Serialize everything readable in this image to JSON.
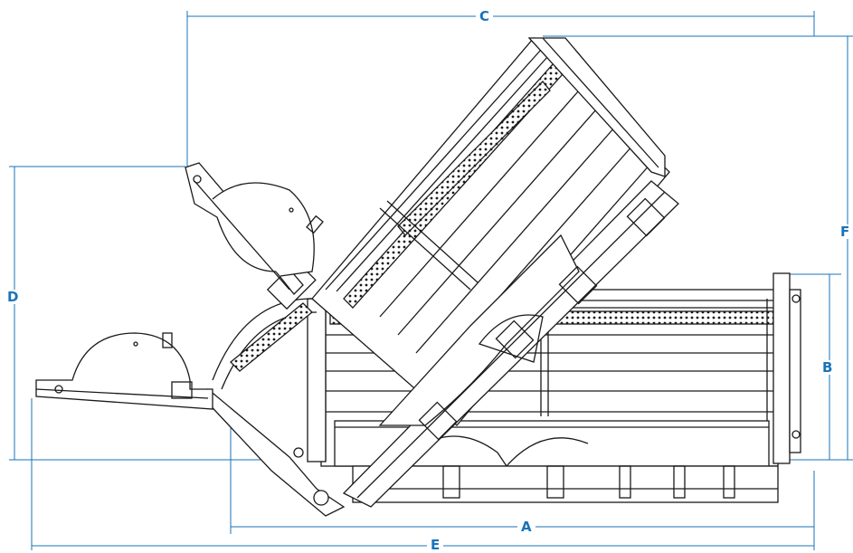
{
  "colors": {
    "dimension": "#1a73b8",
    "drawing": "#1a1a1a",
    "background": "#ffffff"
  },
  "dimensions": {
    "a": "A",
    "b": "B",
    "c": "C",
    "d": "D",
    "e": "E",
    "f": "F"
  }
}
